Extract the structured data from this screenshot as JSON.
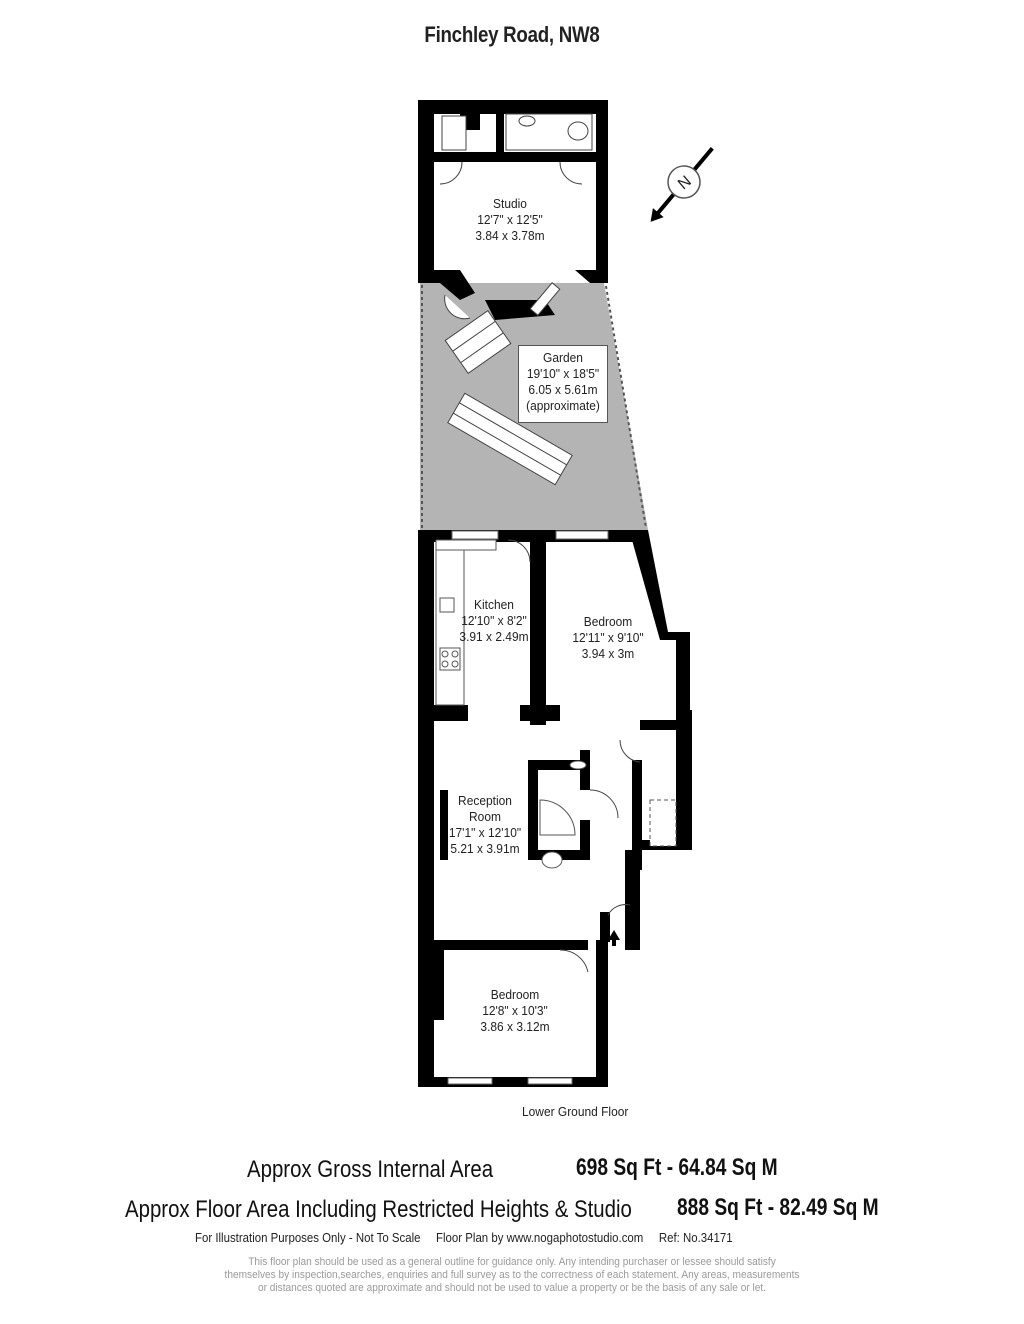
{
  "header": {
    "title": "Finchley Road, NW8"
  },
  "compass": {
    "label": "N",
    "direction": "north-west"
  },
  "rooms": [
    {
      "name": "Studio",
      "imperial": "12'7\" x 12'5\"",
      "metric": "3.84 x 3.78m"
    },
    {
      "name": "Garden",
      "imperial": "19'10\" x 18'5\"",
      "metric": "6.05 x 5.61m",
      "note": "(approximate)"
    },
    {
      "name": "Kitchen",
      "imperial": "12'10\" x 8'2\"",
      "metric": "3.91 x 2.49m"
    },
    {
      "name": "Bedroom",
      "imperial": "12'11\" x 9'10\"",
      "metric": "3.94 x 3m"
    },
    {
      "name": "Reception",
      "name2": "Room",
      "imperial": "17'1\" x 12'10\"",
      "metric": "5.21 x 3.91m"
    },
    {
      "name": "Bedroom",
      "imperial": "12'8\" x 10'3\"",
      "metric": "3.86 x 3.12m"
    }
  ],
  "floor": {
    "name": "Lower Ground Floor"
  },
  "areas": {
    "gross_label": "Approx Gross Internal Area",
    "gross_value": "698 Sq Ft  -  64.84 Sq M",
    "total_label": "Approx Floor Area Including Restricted Heights & Studio",
    "total_value": "888 Sq Ft  -  82.49 Sq M"
  },
  "footer": {
    "illustration": "For Illustration Purposes Only - Not To Scale",
    "credit": "Floor Plan by www.nogaphotostudio.com",
    "ref": "Ref: No.34171",
    "disclaimer_1": "This floor plan should be used as a general outline for guidance only. Any intending purchaser or lessee should satisfy",
    "disclaimer_2": "themselves by inspection,searches, enquiries and full survey as to the correctness of each statement. Any areas, measurements",
    "disclaimer_3": "or distances quoted are approximate and should not be used to value a property or be the basis of any sale or let."
  },
  "colors": {
    "wall": "#000000",
    "garden": "#b4b4b4",
    "disclaimer": "#9a9a9a"
  }
}
